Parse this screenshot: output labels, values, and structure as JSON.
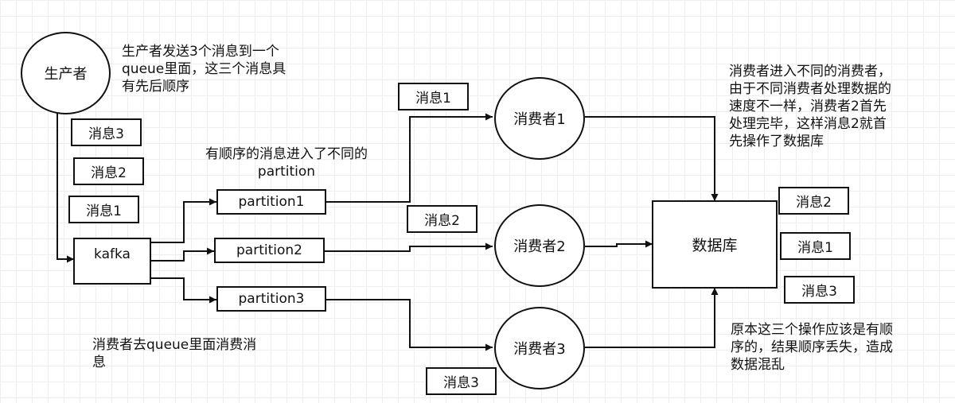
{
  "nodes": {
    "producer": "生产者",
    "kafka": "kafka",
    "partition1": "partition1",
    "partition2": "partition2",
    "partition3": "partition3",
    "consumer1": "消费者1",
    "consumer2": "消费者2",
    "consumer3": "消费者3",
    "database": "数据库"
  },
  "messages": {
    "producer_msg3": "消息3",
    "producer_msg2": "消息2",
    "producer_msg1": "消息1",
    "consumer1_msg": "消息1",
    "consumer2_msg": "消息2",
    "consumer3_msg": "消息3",
    "db_msg2": "消息2",
    "db_msg1": "消息1",
    "db_msg3": "消息3"
  },
  "notes": {
    "producer_note": [
      "生产者发送3个消息到一个",
      "queue里面，这三个消息具",
      "有先后顺序"
    ],
    "partition_note": [
      "有顺序的消息进入了不同的",
      "partition"
    ],
    "consume_note": [
      "消费者去queue里面消费消",
      "息"
    ],
    "consumer_note": [
      "消费者进入不同的消费者，",
      "由于不同消费者处理数据的",
      "速度不一样，消费者2首先",
      "处理完毕，这样消息2就首",
      "先操作了数据库"
    ],
    "result_note": [
      "原本这三个操作应该是有顺",
      "序的，结果顺序丢失，造成",
      "数据混乱"
    ]
  }
}
